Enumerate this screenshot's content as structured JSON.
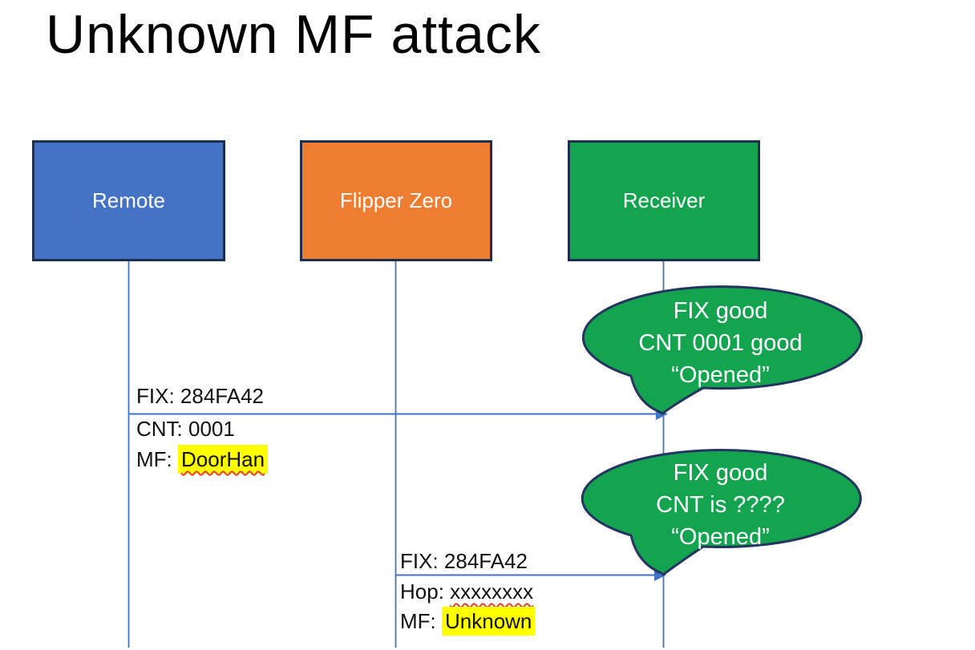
{
  "slide": {
    "title": "Unknown MF attack"
  },
  "actors": [
    {
      "id": "remote",
      "label": "Remote",
      "fill": "#4472C4",
      "border": "#1C2F51"
    },
    {
      "id": "flipper-zero",
      "label": "Flipper Zero",
      "fill": "#ED7D31",
      "border": "#1C2F51"
    },
    {
      "id": "receiver",
      "label": "Receiver",
      "fill": "#14A44F",
      "border": "#1C2F51"
    }
  ],
  "messages": [
    {
      "from": "Remote",
      "to": "Receiver",
      "label_above": "FIX: 284FA42",
      "rows": [
        {
          "prefix": "CNT: ",
          "value": "0001",
          "highlight": false,
          "squiggle": false
        },
        {
          "prefix": "MF: ",
          "value": "DoorHan",
          "highlight": true,
          "squiggle": true
        }
      ]
    },
    {
      "from": "Flipper Zero",
      "to": "Receiver",
      "label_above": "FIX: 284FA42",
      "rows": [
        {
          "prefix": "Hop: ",
          "value": "xxxxxxxx",
          "highlight": false,
          "squiggle": true
        },
        {
          "prefix": "MF: ",
          "value": "Unknown",
          "highlight": true,
          "squiggle": false
        }
      ]
    }
  ],
  "callouts": [
    {
      "attached_to": "Receiver",
      "lines": [
        "FIX good",
        "CNT 0001 good",
        "“Opened”"
      ]
    },
    {
      "attached_to": "Receiver",
      "lines": [
        "FIX good",
        "CNT is ????",
        "“Opened”"
      ]
    }
  ],
  "colors": {
    "actor_blue": "#4472C4",
    "actor_orange": "#ED7D31",
    "actor_green": "#14A44F",
    "box_border": "#1C2F51",
    "bubble_green": "#14A44F",
    "bubble_border": "#24355F",
    "line_blue": "#4472C4",
    "highlight_yellow": "#FFFF00",
    "squiggle_red": "#E8402A",
    "title_black": "#000000",
    "text_white": "#FFFFFF"
  }
}
